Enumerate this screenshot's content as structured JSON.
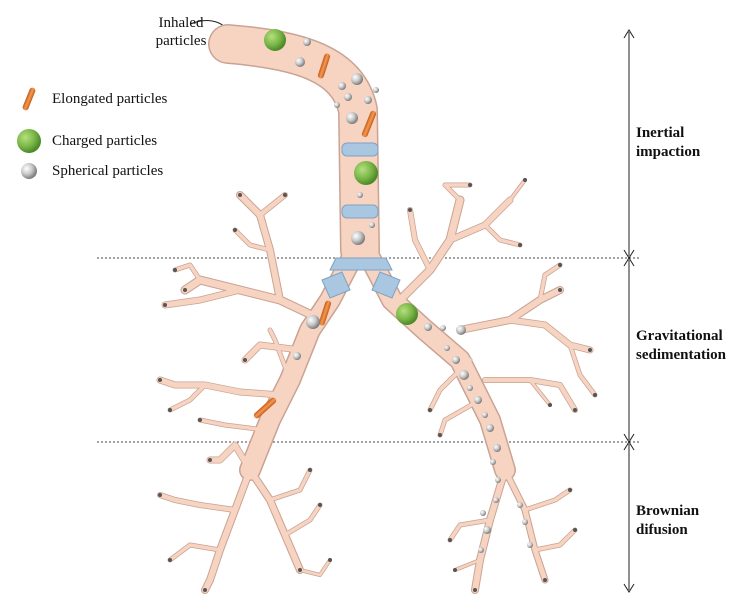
{
  "labels": {
    "inhaled": [
      "Inhaled",
      "particles"
    ]
  },
  "legend": [
    {
      "label": "Elongated particles",
      "icon": "elongated-particle-icon",
      "color": "#e8772e"
    },
    {
      "label": "Charged particles",
      "icon": "charged-particle-icon",
      "color": "#7ab648"
    },
    {
      "label": "Spherical particles",
      "icon": "spherical-particle-icon",
      "color": "#a6a6a6"
    }
  ],
  "zones": [
    {
      "lines": [
        "Inertial",
        "impaction"
      ]
    },
    {
      "lines": [
        "Gravitational",
        "sedimentation"
      ]
    },
    {
      "lines": [
        "Brownian",
        "difusion"
      ]
    }
  ],
  "colors": {
    "airway": "#f7d3c1",
    "airway_edge": "#c9a393",
    "cartilage": "#a9c7e0",
    "cartilage_edge": "#7fa2c2",
    "elongated": "#e8772e",
    "charged": "#7ab648",
    "spherical": "#a6a6a6"
  }
}
